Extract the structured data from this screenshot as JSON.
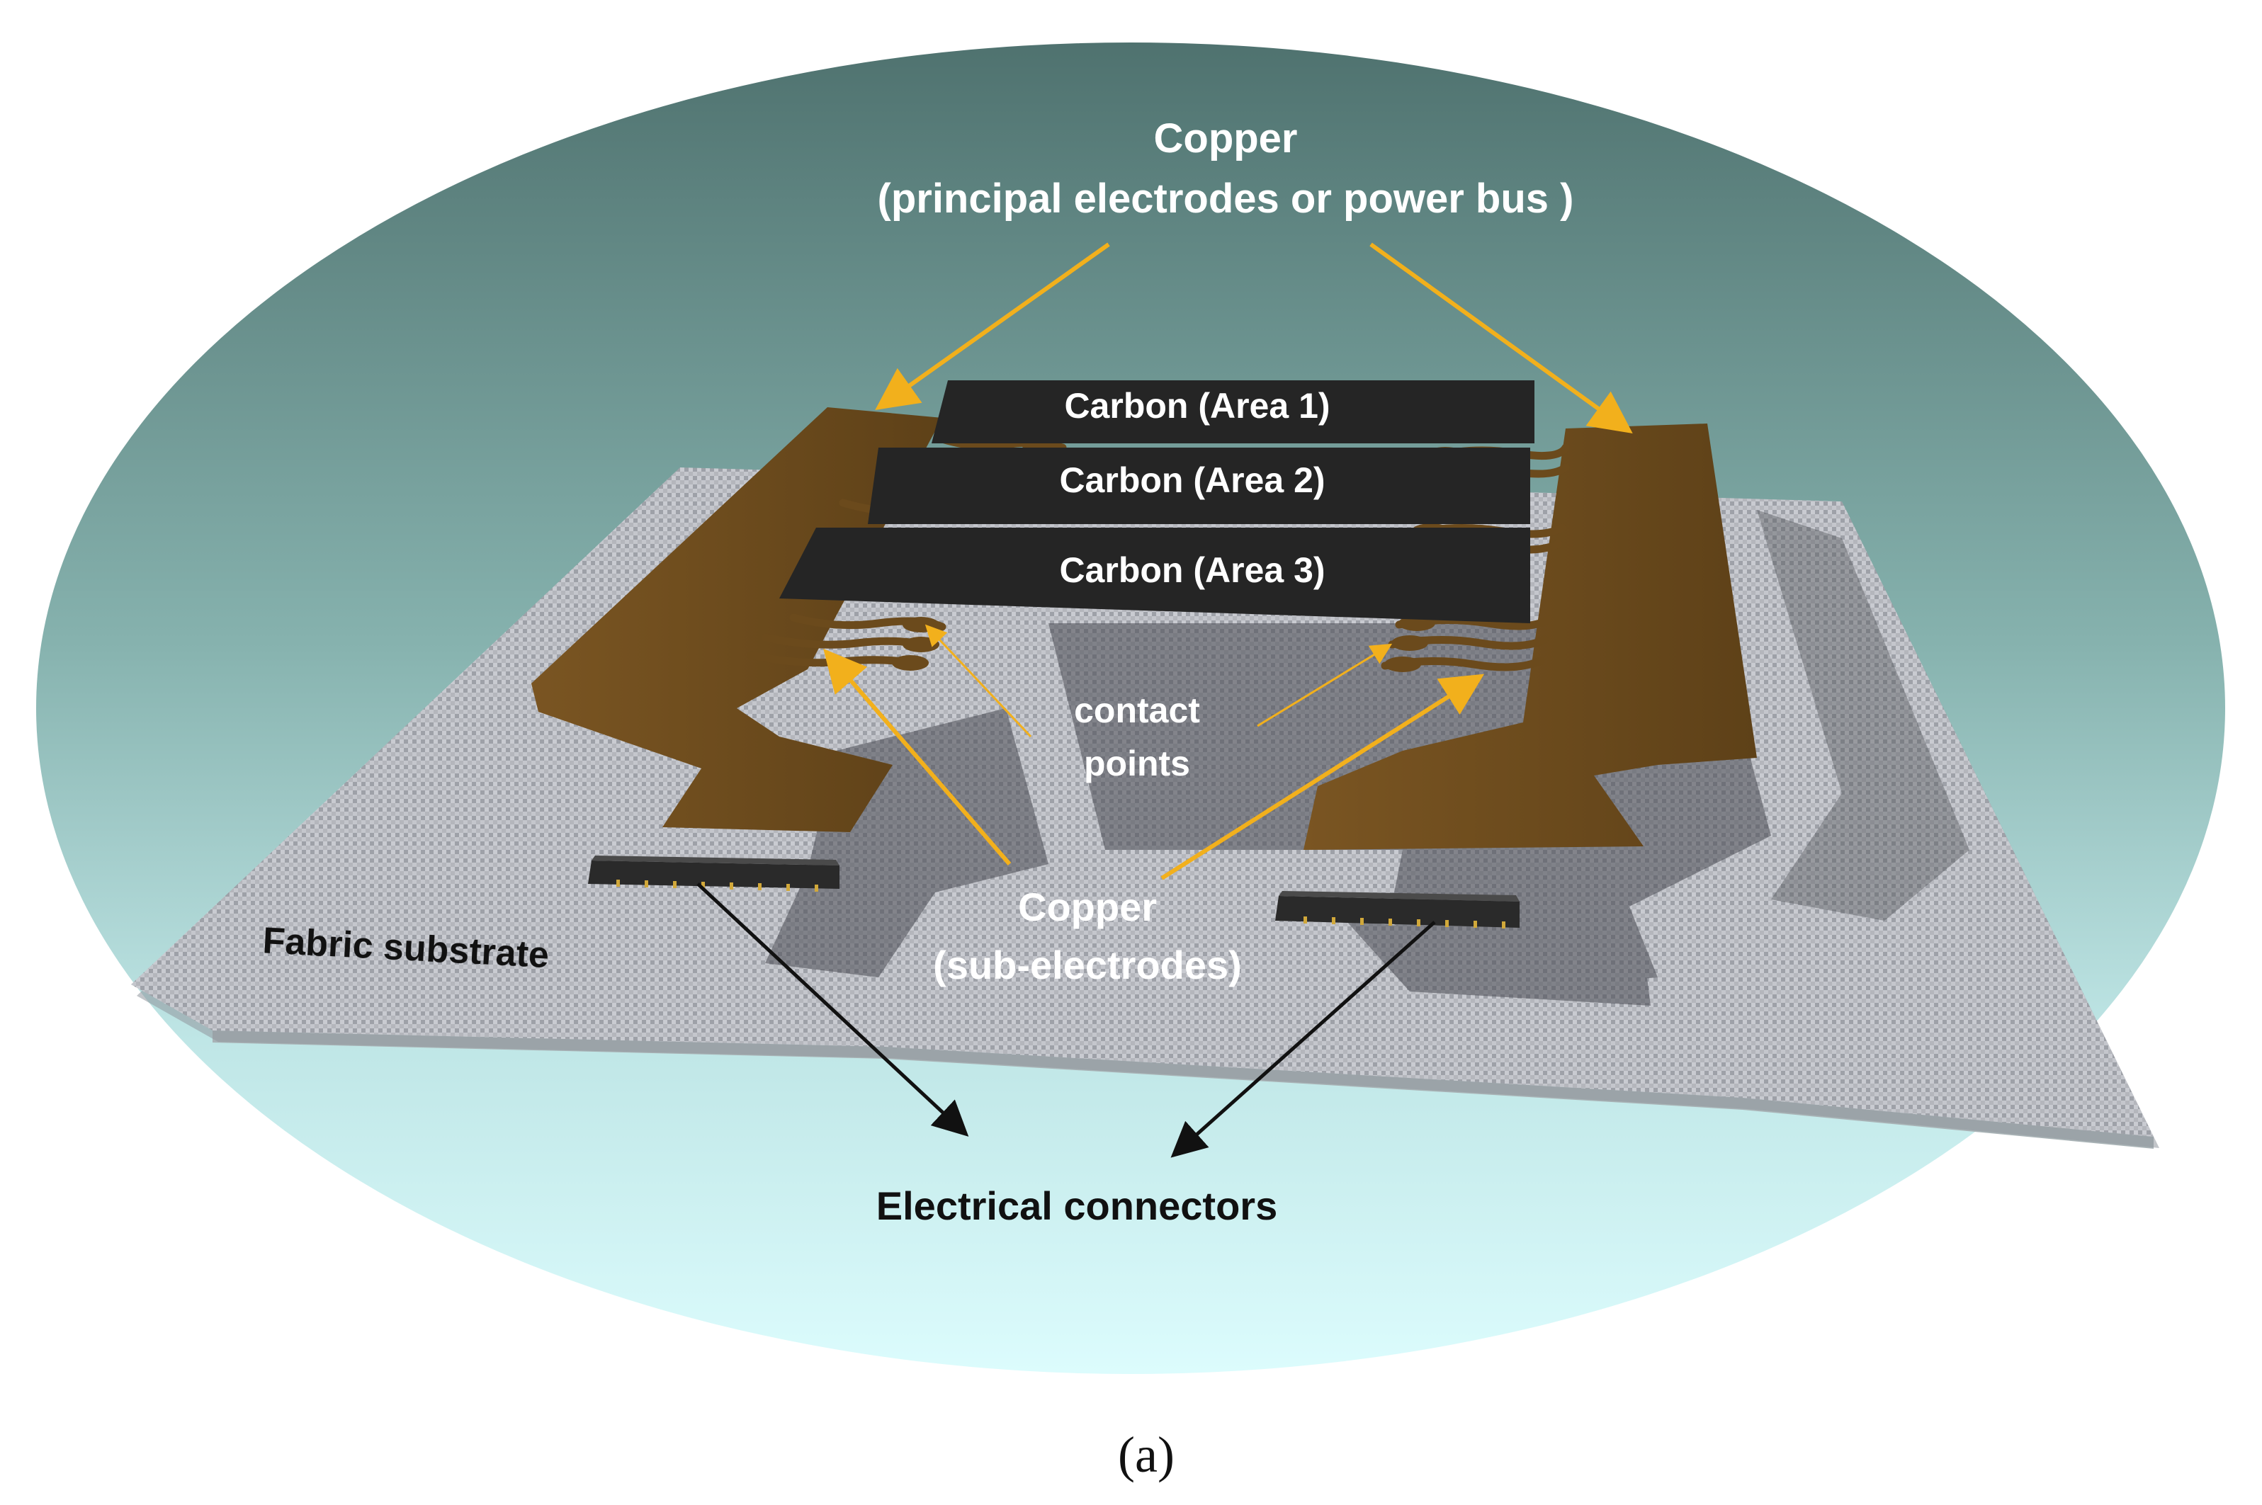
{
  "labels": {
    "copper_principal_line1": "Copper",
    "copper_principal_line2": "(principal electrodes or power bus )",
    "carbon_area1": "Carbon (Area 1)",
    "carbon_area2": "Carbon (Area 2)",
    "carbon_area3": "Carbon (Area 3)",
    "contact_points_line1": "contact",
    "contact_points_line2": "points",
    "copper_sub_line1": "Copper",
    "copper_sub_line2": "(sub-electrodes)",
    "fabric_substrate": "Fabric substrate",
    "electrical_connectors": "Electrical connectors",
    "panel_label": "(a)"
  },
  "colors": {
    "copper": "#6b4a1c",
    "carbon": "#252525",
    "arrow_yellow": "#f2b01c",
    "arrow_black": "#111111",
    "fabric": "#b4b6bc",
    "ellipse_top": "#4f726f",
    "ellipse_bottom": "#dcfcfd"
  }
}
